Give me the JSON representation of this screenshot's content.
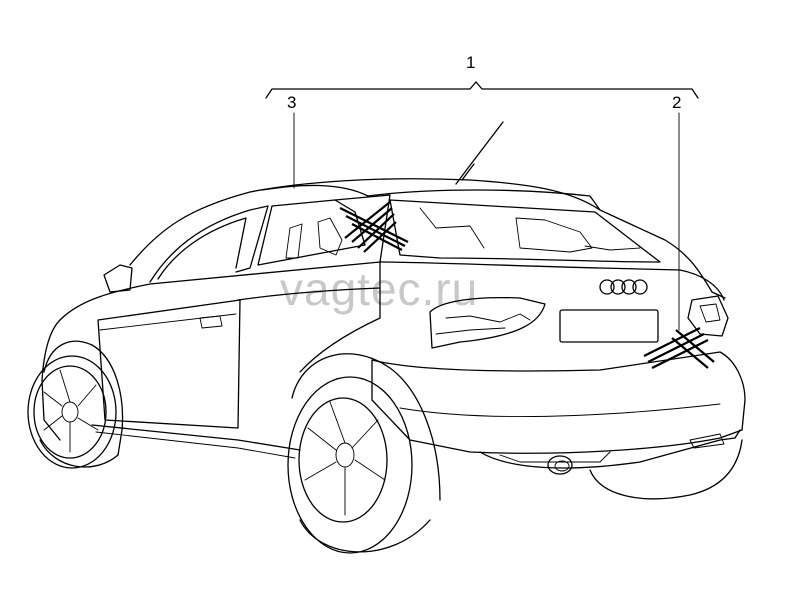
{
  "callouts": {
    "group": "1",
    "right": "2",
    "left": "3"
  },
  "watermark": "vagtec.ru",
  "colors": {
    "line": "#000000",
    "watermark": "#c8c8c8",
    "background": "#ffffff"
  }
}
